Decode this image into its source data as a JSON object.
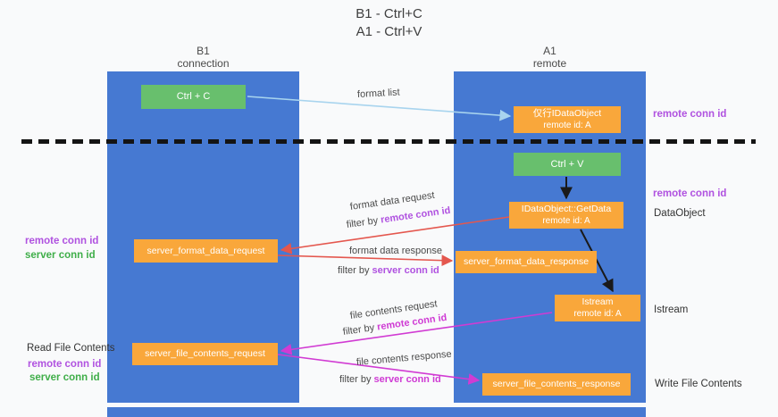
{
  "palette": {
    "lifeline_blue": "#4679d2",
    "box_orange": "#f9a73b",
    "box_green": "#68bf6d",
    "arrow_blue": "#a8d4ee",
    "arrow_red": "#e4574e",
    "arrow_magenta": "#d13bd3",
    "arrow_black": "#1a1a1a",
    "purple_text": "#b052e0",
    "green_text": "#3fae49",
    "magenta_text": "#cf3bd4"
  },
  "title": {
    "line1": "B1 - Ctrl+C",
    "line2": "A1 - Ctrl+V"
  },
  "lifelines": {
    "left": {
      "name": "B1",
      "role": "connection"
    },
    "right": {
      "name": "A1",
      "role": "remote"
    }
  },
  "boxes": {
    "ctrl_c": "Ctrl + C",
    "ctrl_v": "Ctrl + V",
    "idataobject": {
      "title": "仅行IDataObject",
      "subtitle": "remote id: A"
    },
    "getdata": {
      "title": "IDataObject::GetData",
      "subtitle": "remote id: A"
    },
    "istream": {
      "title": "Istream",
      "subtitle": "remote id: A"
    },
    "format_request": "server_format_data_request",
    "format_response": "server_format_data_response",
    "file_request": "server_file_contents_request",
    "file_response": "server_file_contents_response"
  },
  "edge_labels": {
    "format_list": "format list",
    "format_data_request": "format data request",
    "format_data_response": "format data response",
    "file_contents_request": "file contents request",
    "file_contents_response": "file contents response",
    "filter_by": "filter by",
    "remote_conn_id": "remote conn id",
    "server_conn_id": "server conn id"
  },
  "side_labels": {
    "remote_conn_id": "remote conn id",
    "server_conn_id": "server conn id",
    "dataobject": "DataObject",
    "istream": "Istream",
    "read_file_contents": "Read File Contents",
    "write_file_contents": "Write File Contents"
  }
}
